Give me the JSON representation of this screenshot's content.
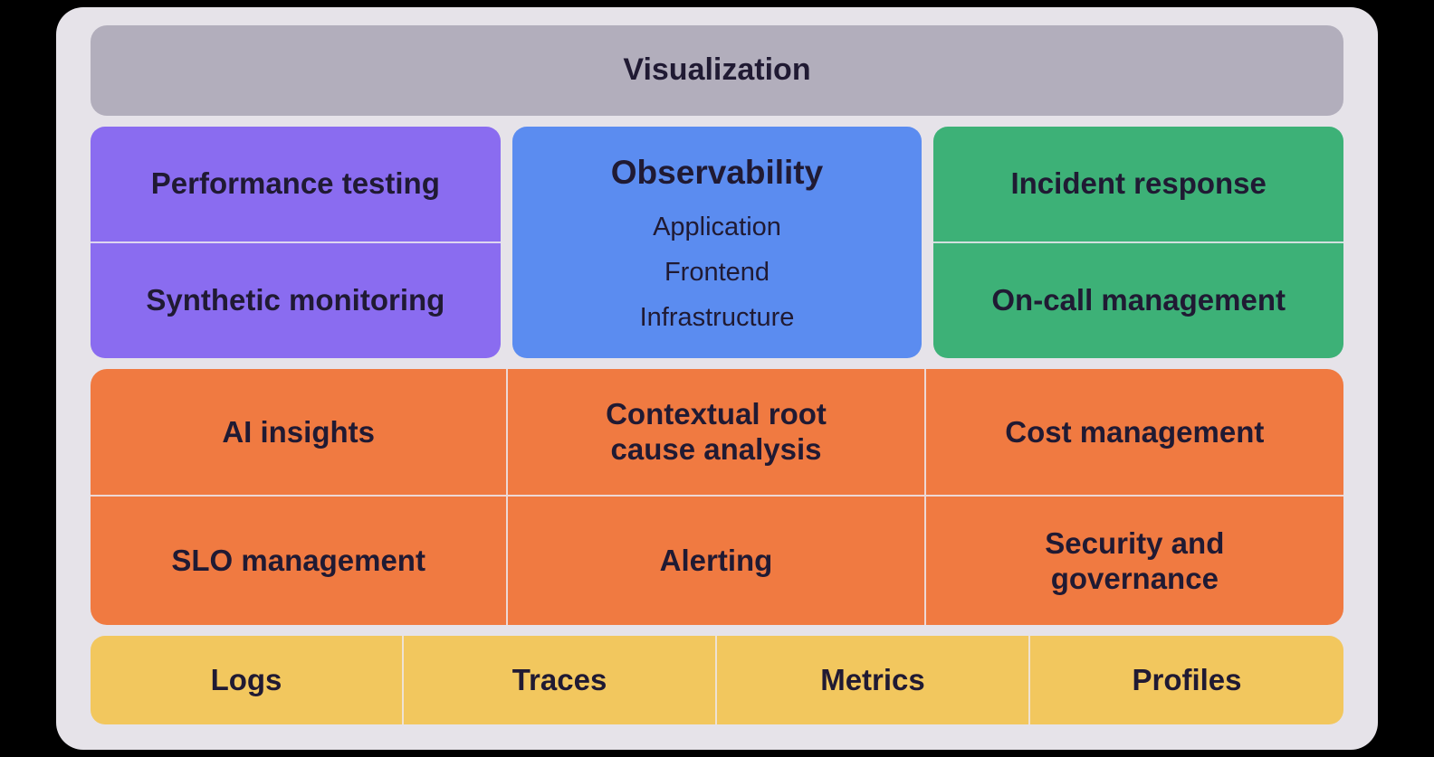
{
  "visualization": {
    "label": "Visualization"
  },
  "cards": {
    "performance": {
      "top": "Performance testing",
      "bottom": "Synthetic monitoring"
    },
    "observability": {
      "title": "Observability",
      "items": [
        "Application",
        "Frontend",
        "Infrastructure"
      ]
    },
    "incident": {
      "top": "Incident response",
      "bottom": "On-call management"
    }
  },
  "capabilities": {
    "cells": [
      "AI insights",
      "Contextual root\ncause analysis",
      "Cost management",
      "SLO management",
      "Alerting",
      "Security and\ngovernance"
    ]
  },
  "signals": {
    "items": [
      "Logs",
      "Traces",
      "Metrics",
      "Profiles"
    ]
  },
  "colors": {
    "visualization": "#b2aebc",
    "performance": "#8a6cf0",
    "observability": "#5b8cf0",
    "incident": "#3db177",
    "capabilities": "#f07a41",
    "signals": "#f2c75e"
  }
}
